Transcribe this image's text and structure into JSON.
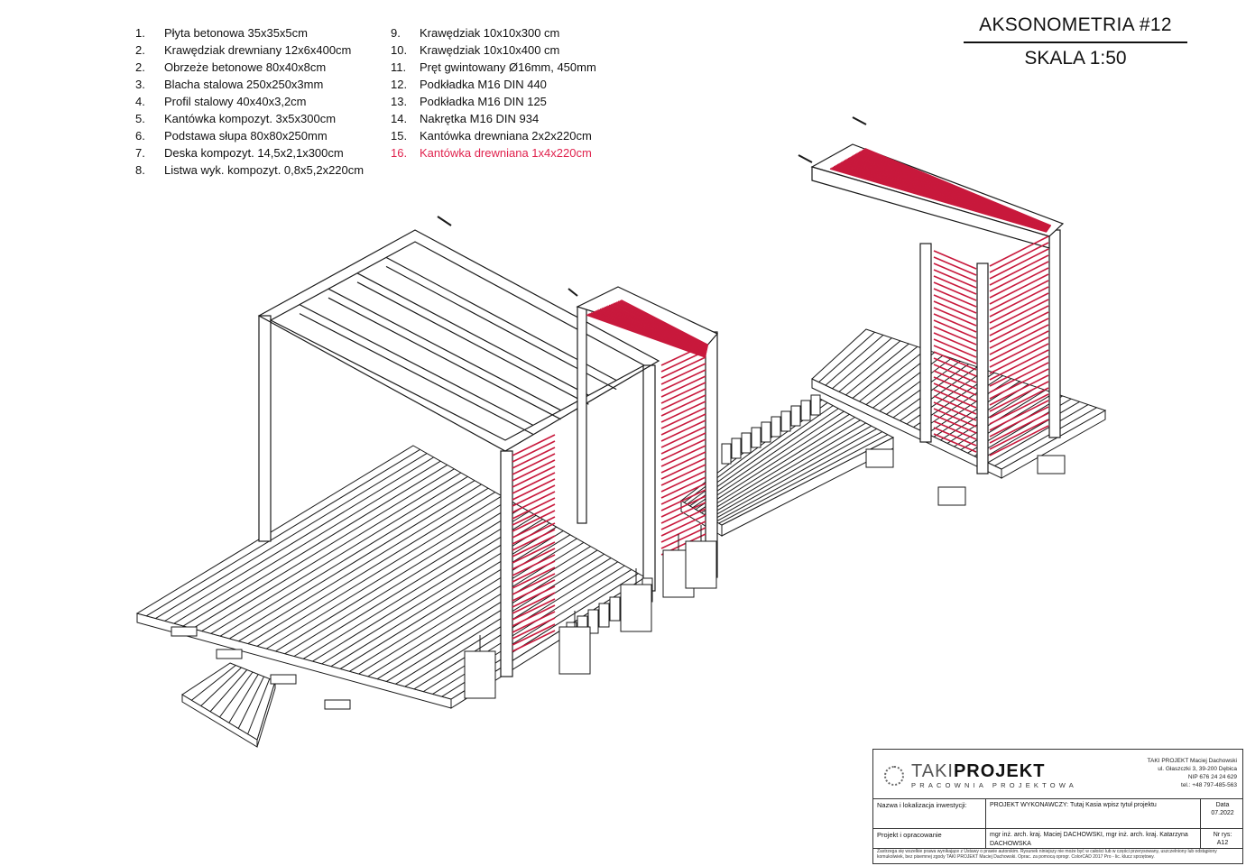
{
  "legend_left": [
    {
      "num": "1.",
      "label": "Płyta betonowa 35x35x5cm"
    },
    {
      "num": "2.",
      "label": "Krawędziak drewniany 12x6x400cm"
    },
    {
      "num": "2.",
      "label": "Obrzeże betonowe 80x40x8cm"
    },
    {
      "num": "3.",
      "label": "Blacha stalowa 250x250x3mm"
    },
    {
      "num": "4.",
      "label": "Profil stalowy 40x40x3,2cm"
    },
    {
      "num": "5.",
      "label": "Kantówka kompozyt. 3x5x300cm"
    },
    {
      "num": "6.",
      "label": "Podstawa słupa 80x80x250mm"
    },
    {
      "num": "7.",
      "label": "Deska kompozyt. 14,5x2,1x300cm"
    },
    {
      "num": "8.",
      "label": "Listwa wyk. kompozyt. 0,8x5,2x220cm"
    }
  ],
  "legend_right": [
    {
      "num": "9.",
      "label": "Krawędziak 10x10x300 cm"
    },
    {
      "num": "10.",
      "label": "Krawędziak 10x10x400 cm"
    },
    {
      "num": "11.",
      "label": "Pręt gwintowany Ø16mm, 450mm"
    },
    {
      "num": "12.",
      "label": "Podkładka M16 DIN 440"
    },
    {
      "num": "13.",
      "label": "Podkładka M16 DIN 125"
    },
    {
      "num": "14.",
      "label": "Nakrętka M16 DIN 934"
    },
    {
      "num": "15.",
      "label": "Kantówka drewniana 2x2x220cm"
    },
    {
      "num": "16.",
      "label": "Kantówka drewniana 1x4x220cm",
      "highlight": true
    }
  ],
  "title": {
    "line1": "AKSONOMETRIA #12",
    "line2": "SKALA 1:50"
  },
  "colors": {
    "highlight": "#e0234e",
    "line": "#1a1a1a"
  },
  "titlebox": {
    "logo_light": "TAKI",
    "logo_bold": "PROJEKT",
    "logo_sub": "PRACOWNIA PROJEKTOWA",
    "firm_lines": [
      "TAKI PROJEKT Maciej Dachowski",
      "ul. Głaszczki 3, 39-200 Dębica",
      "NIP 676 24 24 629",
      "tel.: +48 797-485-563"
    ],
    "label_investment": "Nazwa i lokalizacja inwestycji:",
    "project_text": "PROJEKT WYKONAWCZY: Tutaj Kasia wpisz tytuł projektu",
    "date_label": "Data",
    "date_value": "07.2022",
    "label_authors": "Projekt i opracowanie",
    "authors_text": "mgr inż. arch. kraj. Maciej DACHOWSKI, mgr inż. arch. kraj. Katarzyna DACHOWSKA",
    "sheet_label": "Nr rys:",
    "sheet_value": "A12",
    "note": "Zastrzega się wszelkie prawa wynikające z Ustawy o prawie autorskim. Rysunek niniejszy nie może być w całości lub w części przerysowany, uszczelniony lub odstąpiony komukolwiek, bez pisemnej zgody TAKI PROJEKT Maciej Dachowski. Oprac. za pomocą oprogr. ColorCAD 2017 Pro - lic. klucz sprzętowy."
  }
}
